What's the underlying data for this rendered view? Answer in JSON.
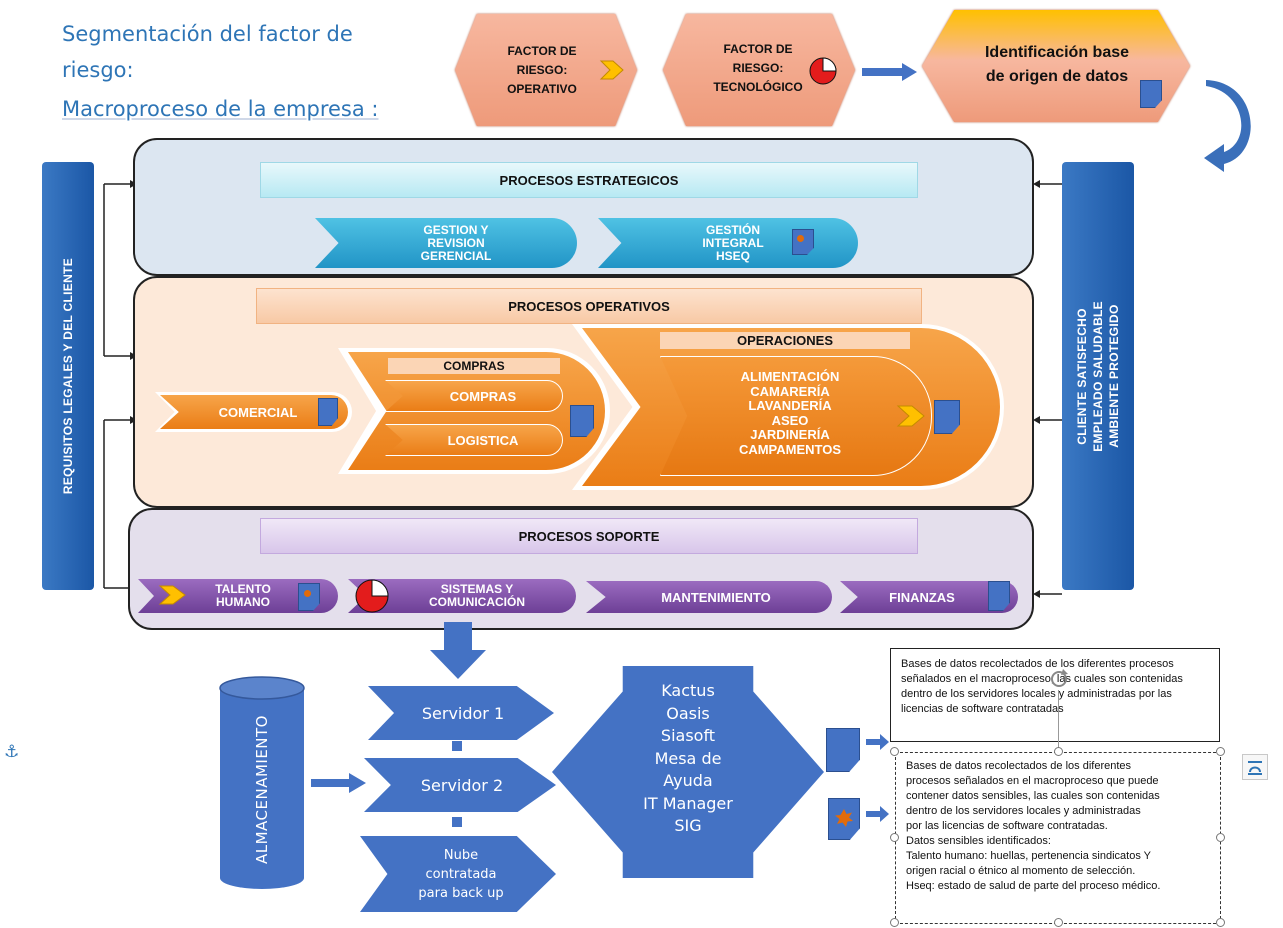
{
  "header": {
    "title_line1": "Segmentación del factor de",
    "title_line2": "riesgo:",
    "subtitle": "Macroproceso de la empresa :"
  },
  "risk_factors": [
    {
      "line1": "FACTOR DE",
      "line2": "RIESGO:",
      "line3": "OPERATIVO"
    },
    {
      "line1": "FACTOR DE",
      "line2": "RIESGO:",
      "line3": "TECNOLÓGICO"
    },
    {
      "line1": "Identificación base",
      "line2": "de origen de datos"
    }
  ],
  "side_bars": {
    "left": "REQUISITOS LEGALES Y  DEL CLIENTE",
    "right_lines": [
      "CLIENTE SATISFECHO",
      "EMPLEADO SALUDABLE",
      "AMBIENTE PROTEGIDO"
    ]
  },
  "strategic": {
    "header": "PROCESOS ESTRATEGICOS",
    "items": [
      {
        "lines": [
          "GESTION Y",
          "REVISION",
          "GERENCIAL"
        ]
      },
      {
        "lines": [
          "GESTIÓN",
          "INTEGRAL",
          "HSEQ"
        ]
      }
    ]
  },
  "operative": {
    "header": "PROCESOS OPERATIVOS",
    "comercial": "COMERCIAL",
    "compras_header": "COMPRAS",
    "compras_items": [
      "COMPRAS",
      "LOGISTICA"
    ],
    "operaciones_header": "OPERACIONES",
    "operaciones_items": [
      "ALIMENTACIÓN",
      "CAMARERÍA",
      "LAVANDERÍA",
      "ASEO",
      "JARDINERÍA",
      "CAMPAMENTOS"
    ]
  },
  "support": {
    "header": "PROCESOS  SOPORTE",
    "items": [
      {
        "lines": [
          "TALENTO",
          "HUMANO"
        ]
      },
      {
        "lines": [
          "SISTEMAS Y",
          "COMUNICACIÓN"
        ]
      },
      {
        "lines": [
          "MANTENIMIENTO"
        ]
      },
      {
        "lines": [
          "FINANZAS"
        ]
      }
    ]
  },
  "storage": {
    "label": "ALMACENAMIENTO",
    "servers": [
      "Servidor 1",
      "Servidor 2"
    ],
    "cloud_lines": [
      "Nube",
      "contratada",
      "para back up"
    ]
  },
  "software": [
    "Kactus",
    "Oasis",
    "Siasoft",
    "Mesa de",
    "Ayuda",
    "IT Manager",
    "SIG"
  ],
  "notes": {
    "box1": "Bases de datos recolectados de los diferentes procesos señalados en el macroproceso, las cuales son contenidas dentro de los servidores locales y administradas por las licencias de software contratadas",
    "box2_lines": [
      "Bases de datos recolectados de los diferentes",
      "procesos señalados en el macroproceso que puede",
      "contener datos sensibles, las cuales son contenidas",
      "dentro de los servidores locales y administradas",
      "por las licencias de software contratadas.",
      "Datos sensibles identificados:",
      "Talento humano: huellas, pertenencia sindicatos Y",
      "origen racial o étnico al momento de selección.",
      "Hseq: estado de salud de parte del proceso médico."
    ]
  },
  "colors": {
    "accent_blue": "#4472c4",
    "title_blue": "#2e75b6",
    "strategic_bg": "#dce6f1",
    "operative_bg": "#fde9d9",
    "support_bg": "#e4dfec"
  }
}
